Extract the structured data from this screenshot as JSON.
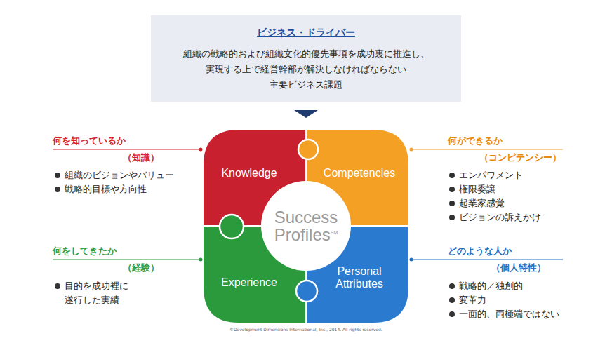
{
  "diagram": {
    "nodes": [
      {
        "text": [
          "ビジネス・ドライバー",
          "組織の戦略的および組織文化的優先事項を成功裏に推進し、 実現する上で経営幹部が解決しなければならない 主要ビジネス課題"
        ]
      },
      {
        "text": [
          "Knowledge"
        ]
      },
      {
        "text": [
          "Competencies"
        ]
      },
      {
        "text": [
          "Experience"
        ]
      },
      {
        "text": [
          "Personal Attributes"
        ]
      },
      {
        "text": [
          "Success Profiles",
          "SM"
        ]
      }
    ],
    "labels": [
      "何を知っているか",
      "（知識）",
      "組織のビジョンやバリュー",
      "戦略的目標や方向性",
      "何ができるか",
      "（コンピテンシー）",
      "エンパワメント",
      "権限委譲",
      "起業家感覚",
      "ビジョンの訴えかけ",
      "何をしてきたか",
      "（経験）",
      "目的を成功裡に 遂行した実績",
      "どのような人か",
      "（個人特性）",
      "戦略的／独創的",
      "変革力",
      "一面的、両極端ではない",
      "©Development Dimensions International, Inc., 2014. All rights reserved."
    ]
  }
}
